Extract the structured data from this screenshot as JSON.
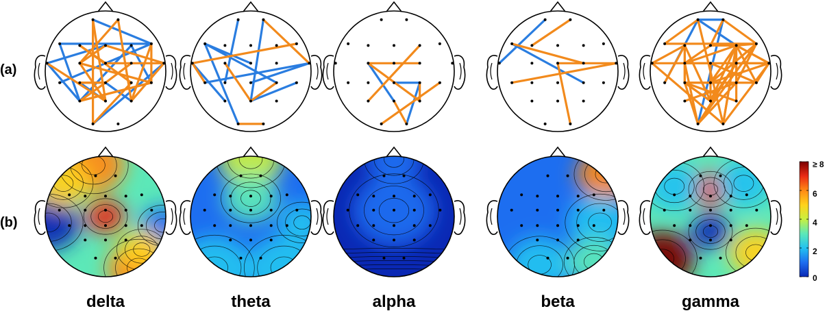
{
  "row_labels": {
    "a": "(a)",
    "b": "(b)"
  },
  "bands": [
    {
      "id": "delta",
      "label": "delta"
    },
    {
      "id": "theta",
      "label": "theta"
    },
    {
      "id": "alpha",
      "label": "alpha"
    },
    {
      "id": "beta",
      "label": "beta"
    },
    {
      "id": "gamma",
      "label": "gamma"
    }
  ],
  "colors": {
    "increase": "#f28a1c",
    "decrease": "#2a7de0",
    "outline": "#000000",
    "electrode": "#000000"
  },
  "colorbar": {
    "min": 0,
    "max": 8,
    "ticks": [
      "0",
      "2",
      "4",
      "6",
      "≥ 8"
    ],
    "colormap": [
      "#0a28b4",
      "#1d6ef0",
      "#23c2f0",
      "#5ce8b8",
      "#c8f040",
      "#ffd21c",
      "#ff8a14",
      "#ea2a14",
      "#7a0000"
    ]
  }
}
